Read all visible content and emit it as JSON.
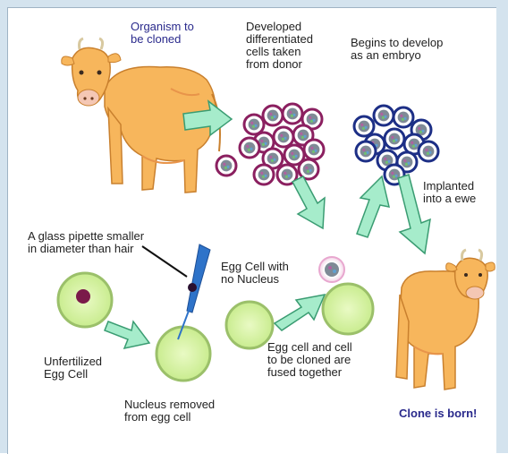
{
  "labels": {
    "organism": "Organism to\nbe cloned",
    "developed": "Developed\ndifferentiated\ncells taken\nfrom donor",
    "embryo": "Begins to develop\nas an embryo",
    "implanted": "Implanted\ninto a ewe",
    "pipette": "A glass pipette smaller\nin diameter than hair",
    "egg_no_nucleus": "Egg Cell with\nno Nucleus",
    "unfertilized": "Unfertilized\nEgg Cell",
    "fused": "Egg cell and cell\nto be cloned are\nfused together",
    "nucleus_removed": "Nucleus removed\nfrom egg cell",
    "clone_born": "Clone is born!"
  },
  "colors": {
    "frame": "#d4e3ee",
    "cow_body": "#f7b65c",
    "cow_shade": "#e8944a",
    "arrow_fill": "#a6eccb",
    "arrow_stroke": "#3a9c72",
    "donor_cell_ring": "#8b2060",
    "embryo_cell_ring": "#1d2f86",
    "nucleus": "#7f8a96",
    "egg_fill": "#dbf5b0",
    "egg_ring": "#9bc06a",
    "egg_nucleus": "#7a1a4a",
    "pipette": "#2e73c9",
    "label_blue": "#2a2a8c"
  },
  "icons": [
    "cow-icon",
    "donor-cell-icon",
    "embryo-cell-icon",
    "egg-cell-icon",
    "pipette-icon",
    "arrow-icon"
  ]
}
